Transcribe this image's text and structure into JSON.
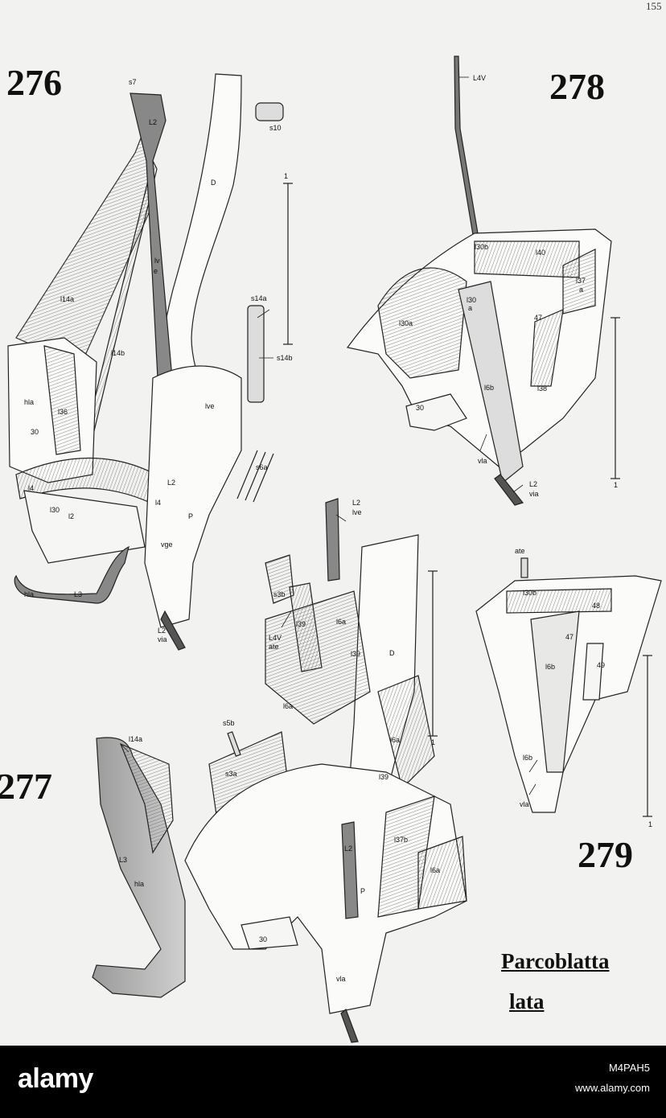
{
  "page_number": "155",
  "figures": {
    "f276": "276",
    "f277": "277",
    "f278": "278",
    "f279": "279"
  },
  "species": {
    "line1": "Parcoblatta",
    "line2": "lata"
  },
  "scale_bar_label": "1",
  "labels": {
    "f276": [
      "s7",
      "L2",
      "s10",
      "D",
      "1",
      "lv",
      "e",
      "l14a",
      "s14a",
      "l14b",
      "s14b",
      "hla",
      "l36",
      "lve",
      "30",
      "l4",
      "l4",
      "L2",
      "s6a",
      "P",
      "l30",
      "l2",
      "vge",
      "hla",
      "L3",
      "L2",
      "via"
    ],
    "f278": [
      "L4V",
      "l30b",
      "l40",
      "l37",
      "a",
      "l30",
      "a",
      "l30a",
      "47",
      "l6b",
      "l38",
      "30",
      "vla",
      "L2",
      "via",
      "1"
    ],
    "f279": [
      "ate",
      "l30b",
      "48",
      "47",
      "l6b",
      "49",
      "l6b",
      "vla",
      "1"
    ],
    "f277": [
      "l14a",
      "L3",
      "hla"
    ],
    "f280": [
      "L2",
      "lve",
      "s3b",
      "l39",
      "L4V",
      "ate",
      "l6a",
      "l39",
      "D",
      "s5b",
      "l6a",
      "l6a",
      "s3a",
      "l39",
      "1",
      "L2",
      "l37b",
      "P",
      "l6a",
      "30",
      "vla"
    ]
  },
  "footer": {
    "logo": "alamy",
    "image_id": "M4PAH5",
    "site": "www.alamy.com"
  },
  "colors": {
    "ink": "#111111",
    "paper": "#f2f2f0",
    "stipple": "#b8b8b8",
    "footer": "#000000"
  }
}
